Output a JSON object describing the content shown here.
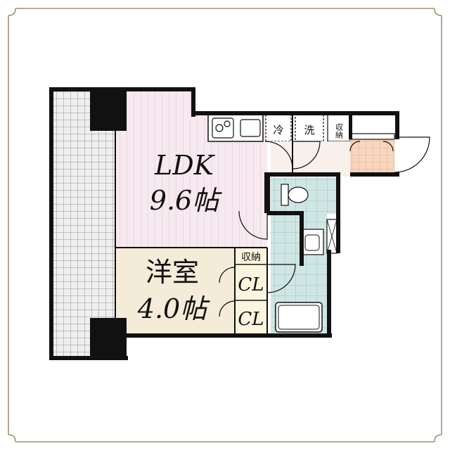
{
  "rooms": {
    "ldk": {
      "name": "LDK",
      "size": "9.6帖"
    },
    "western": {
      "name": "洋室",
      "size": "4.0帖"
    }
  },
  "labels": {
    "fridge": "冷",
    "washer": "洗",
    "storage_top": "収納",
    "storage_mid": "収納",
    "closet_1": "CL",
    "closet_2": "CL"
  },
  "colors": {
    "frame": "#8c7a55",
    "wall": "#111111",
    "ldk_floor": "#f6e9ef",
    "ldk_stripe": "#e6cdd8",
    "western_floor": "#f4ecd8",
    "tile_floor": "#cfe6e4",
    "entrance_floor": "#f7d6bf",
    "balcony_floor": "#eeeeee",
    "closet_floor": "#fbf5de",
    "closet_text": "#111111"
  }
}
